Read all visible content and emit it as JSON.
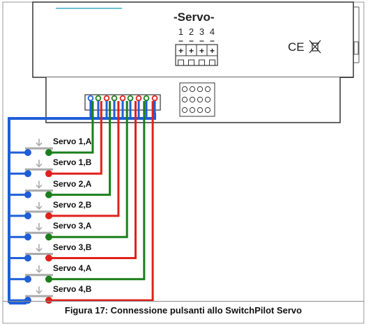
{
  "device": {
    "header_title": "-Servo-",
    "channel_numbers": [
      "1",
      "2",
      "3",
      "4"
    ],
    "terminal_signs": [
      "+",
      "+",
      "+",
      "+"
    ],
    "ce_mark": "CE",
    "weee_icon": "crossed-bin-icon"
  },
  "buttons": [
    {
      "label": "Servo 1,A",
      "wire_color": "#1a7f1a"
    },
    {
      "label": "Servo 1,B",
      "wire_color": "#e0211c"
    },
    {
      "label": "Servo 2,A",
      "wire_color": "#1a7f1a"
    },
    {
      "label": "Servo 2,B",
      "wire_color": "#e0211c"
    },
    {
      "label": "Servo 3,A",
      "wire_color": "#1a7f1a"
    },
    {
      "label": "Servo 3,B",
      "wire_color": "#e0211c"
    },
    {
      "label": "Servo 4,A",
      "wire_color": "#1a7f1a"
    },
    {
      "label": "Servo 4,B",
      "wire_color": "#e0211c"
    }
  ],
  "common_wire_color": "#1e5fd8",
  "caption": "Figura 17: Connessione pulsanti allo SwitchPilot Servo"
}
